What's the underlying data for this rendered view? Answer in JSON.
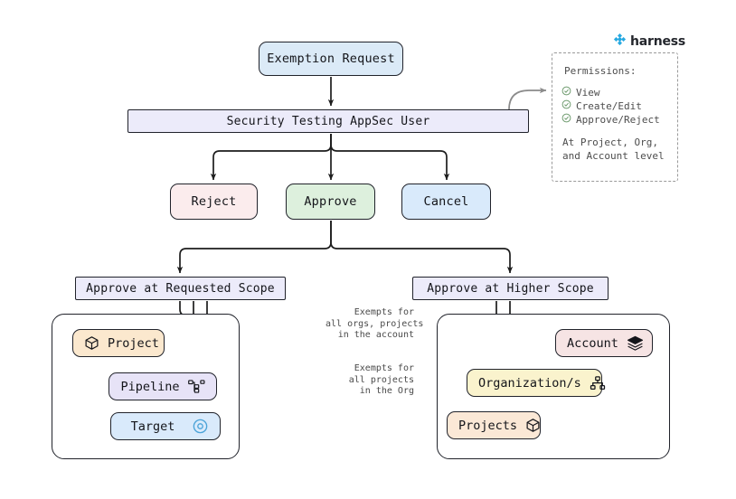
{
  "brand": {
    "name": "harness",
    "logo_icon": "harness-diamond-logo",
    "color": "#27a9e1"
  },
  "flow": {
    "exemption_request": "Exemption Request",
    "user_role": "Security Testing AppSec User",
    "actions": [
      {
        "id": "reject",
        "label": "Reject",
        "color": "#fbeced"
      },
      {
        "id": "approve",
        "label": "Approve",
        "color": "#ddf0dd"
      },
      {
        "id": "cancel",
        "label": "Cancel",
        "color": "#d9eafb"
      }
    ],
    "scopes": [
      {
        "id": "requested",
        "label": "Approve at Requested Scope"
      },
      {
        "id": "higher",
        "label": "Approve at Higher Scope"
      }
    ]
  },
  "requested_scope": {
    "nodes": [
      {
        "id": "project",
        "label": "Project",
        "icon": "cube-icon",
        "color": "#fbe8ce"
      },
      {
        "id": "pipeline",
        "label": "Pipeline",
        "icon": "pipeline-nodes-icon",
        "color": "#e7e3f7"
      },
      {
        "id": "target",
        "label": "Target",
        "icon": "target-circle-icon",
        "color": "#d9eafb"
      }
    ]
  },
  "higher_scope": {
    "nodes": [
      {
        "id": "account",
        "label": "Account",
        "icon": "layers-stack-icon",
        "color": "#f6e4e4"
      },
      {
        "id": "organization",
        "label": "Organization/s",
        "icon": "org-chart-icon",
        "color": "#faf3cd"
      },
      {
        "id": "projects",
        "label": "Projects",
        "icon": "cube-icon",
        "color": "#fbe8d6"
      }
    ],
    "edge_labels": {
      "to_account": "Exempts for\nall orgs, projects\nin the account",
      "to_org": "Exempts for\nall projects\nin the Org"
    }
  },
  "permissions": {
    "title": "Permissions:",
    "items": [
      {
        "label": "View",
        "icon": "check-circle-icon"
      },
      {
        "label": "Create/Edit",
        "icon": "check-circle-icon"
      },
      {
        "label": "Approve/Reject",
        "icon": "check-circle-icon"
      }
    ],
    "footer_line1": "At Project, Org,",
    "footer_line2": "and Account level",
    "check_color": "#6d9a6d"
  }
}
